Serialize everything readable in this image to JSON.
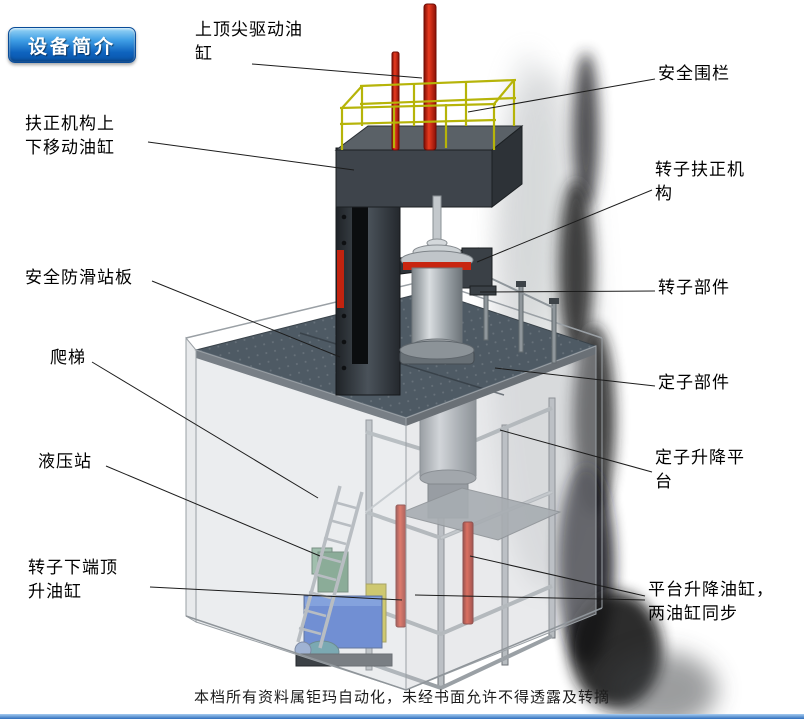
{
  "page": {
    "badge": "设备简介",
    "footer_notice": "本档所有资料属钜玛自动化，未经书面允许不得透露及转摘"
  },
  "labels": {
    "top_tip_drive_cylinder": "上顶尖驱动油\n缸",
    "safety_fence": "安全围栏",
    "centering_updown_cylinder": "扶正机构上\n下移动油缸",
    "rotor_centering_mechanism": "转子扶正机\n构",
    "anti_slip_board": "安全防滑站板",
    "rotor_part": "转子部件",
    "ladder": "爬梯",
    "stator_part": "定子部件",
    "hydraulic_station": "液压站",
    "stator_lift_platform": "定子升降平\n台",
    "rotor_bottom_jack_cylinder": "转子下端顶\n升油缸",
    "platform_lift_cylinders": "平台升降油缸，\n两油缸同步"
  },
  "colors": {
    "badge_blue": "#0e63be",
    "cylinder_red": "#c41b0e",
    "railing_yellow": "#b6b409",
    "frame_dark": "#3e444b",
    "platform_gray": "#4e5a64",
    "enclosure_gray": "#9aa0a5",
    "hydraulic_blue": "#2d5ecf",
    "accent_yellow": "#cdbf25"
  }
}
